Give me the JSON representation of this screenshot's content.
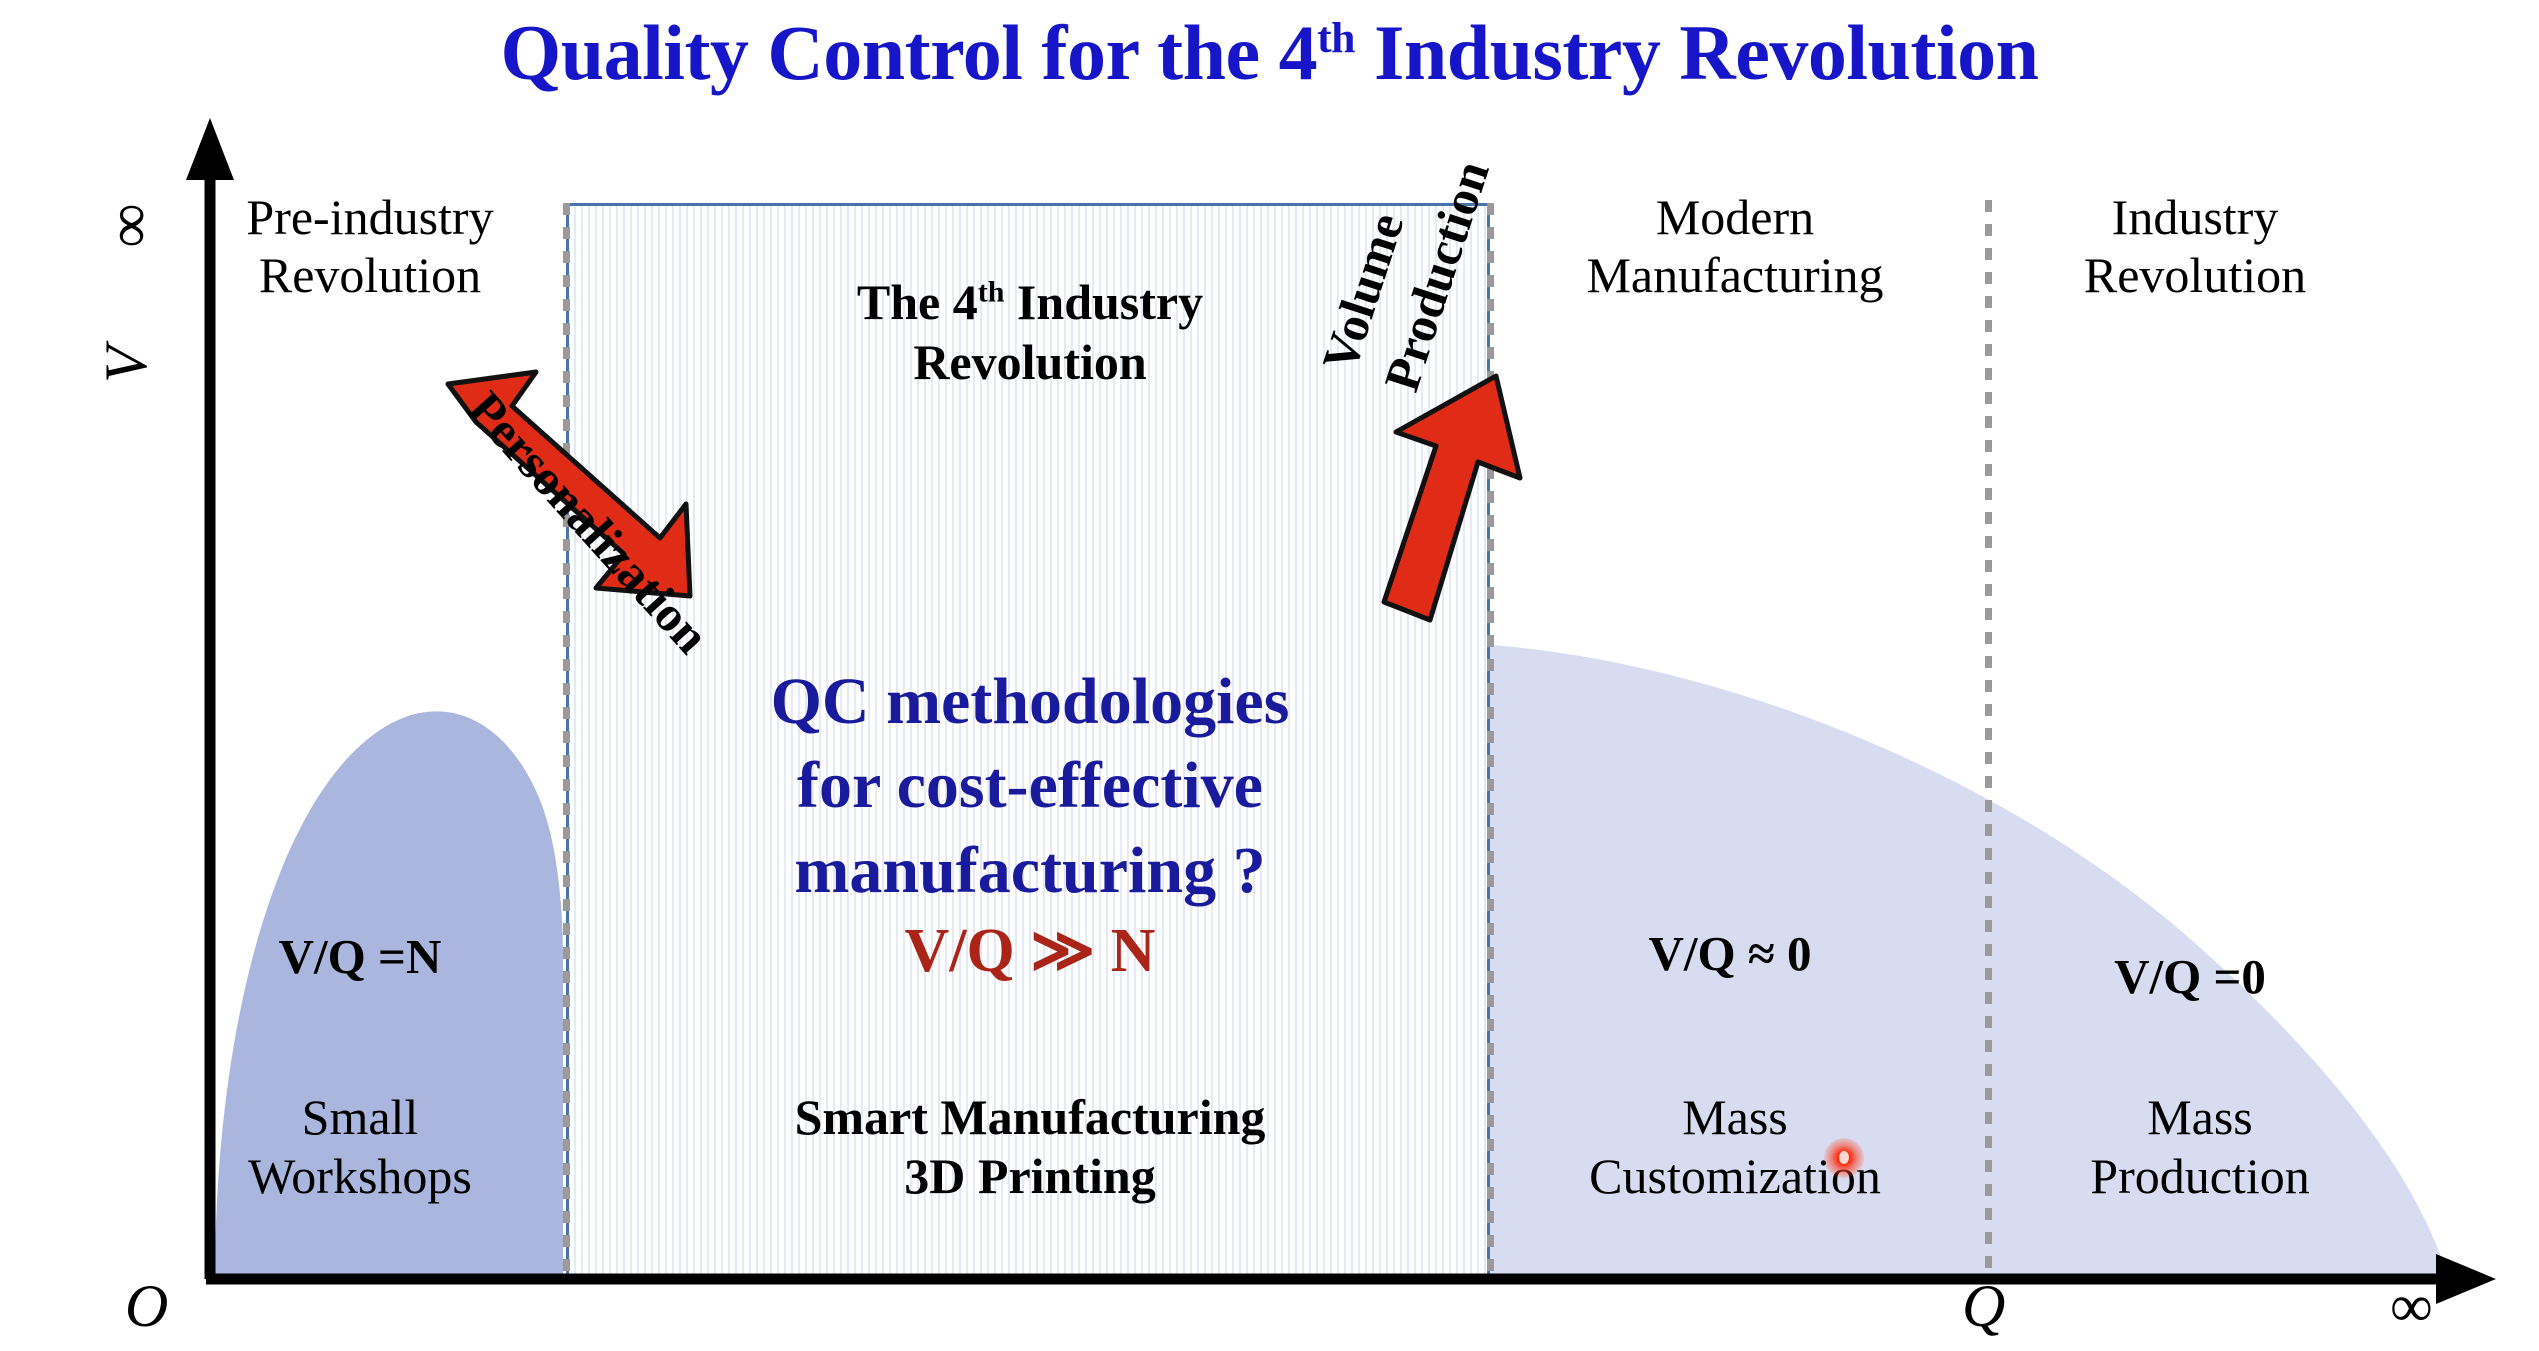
{
  "title": {
    "pre": "Quality Control for the 4",
    "sup": "th",
    "post": " Industry Revolution"
  },
  "axes": {
    "y_label": "V",
    "y_top": "∞",
    "x_origin": "O",
    "x_mid": "Q",
    "x_end": "∞"
  },
  "zones": {
    "pre_industry": {
      "heading": "Pre-industry\nRevolution",
      "ratio": "V/Q =N",
      "footer": "Small\nWorkshops"
    },
    "fourth_industry": {
      "heading_pre": "The 4",
      "heading_sup": "th",
      "heading_post": " Industry\nRevolution",
      "question": "QC methodologies\nfor cost-effective\nmanufacturing ?",
      "ratio": "V/Q ≫ N",
      "footer": "Smart Manufacturing\n3D Printing"
    },
    "modern_manufacturing": {
      "heading": "Modern\nManufacturing",
      "ratio": "V/Q ≈ 0",
      "footer": "Mass\nCustomization"
    },
    "industry_revolution": {
      "heading": "Industry\nRevolution",
      "ratio": "V/Q =0",
      "footer": "Mass\nProduction"
    }
  },
  "arrows": {
    "personalization": "Personalization",
    "volume_line1": "Volume",
    "volume_line2": "Production"
  },
  "colors": {
    "title_blue": "#1616c8",
    "question_blue": "#1a1a9c",
    "ratio_red": "#ab2418",
    "arrow_red": "#e02b16",
    "left_fill": "#aab6dd",
    "right_fill": "#d8dcf0",
    "box_border": "#4874ab",
    "axis_black": "#000000"
  },
  "chart_data": {
    "type": "area",
    "title": "Quality Control for the 4th Industry Revolution",
    "xlabel": "Q",
    "ylabel": "V",
    "xlim": [
      "O",
      "∞"
    ],
    "ylim": [
      0,
      "∞"
    ],
    "grid": false,
    "legend": "none",
    "regions": [
      {
        "name": "Pre-industry Revolution",
        "x_start": 0,
        "x_end": 0.18,
        "ratio": "V/Q =N",
        "example": "Small Workshops",
        "fill": "#aab6dd",
        "curve": "hump peaking near x=0.14"
      },
      {
        "name": "The 4th Industry Revolution",
        "x_start": 0.18,
        "x_end": 0.57,
        "ratio": "V/Q ≫ N",
        "example": "Smart Manufacturing / 3D Printing",
        "fill": "pinstripe-white",
        "curve": "none"
      },
      {
        "name": "Modern Manufacturing",
        "x_start": 0.57,
        "x_end": 0.78,
        "ratio": "V/Q ≈ 0",
        "example": "Mass Customization",
        "fill": "#d8dcf0",
        "curve": "descending from V=0.56"
      },
      {
        "name": "Industry Revolution",
        "x_start": 0.78,
        "x_end": 1.0,
        "ratio": "V/Q =0",
        "example": "Mass Production",
        "fill": "#d8dcf0",
        "curve": "descending to V=0 at x=1"
      }
    ],
    "annotations": [
      {
        "text": "Personalization",
        "direction": "up-left",
        "color": "#e02b16"
      },
      {
        "text": "Volume Production",
        "direction": "up",
        "color": "#e02b16"
      },
      {
        "text": "QC methodologies for cost-effective manufacturing ?",
        "color": "#1a1a9c"
      }
    ]
  }
}
